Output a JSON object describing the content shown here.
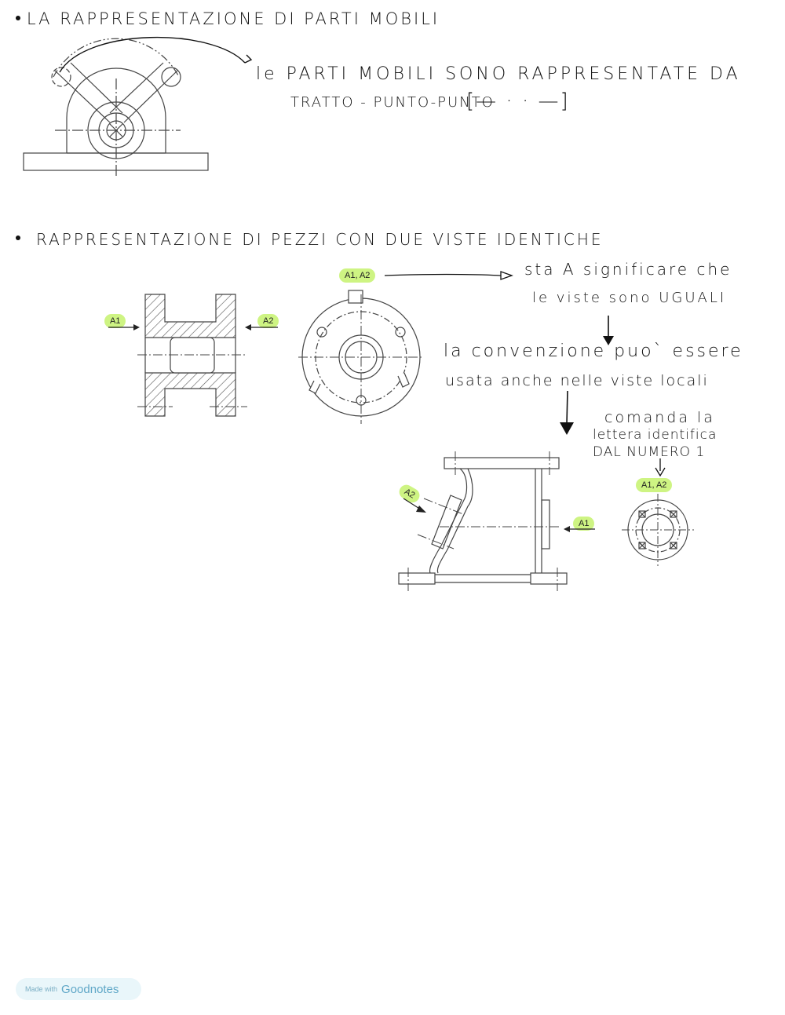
{
  "section1": {
    "heading": "LA RAPPRESENTAZIONE DI PARTI MOBILI",
    "note_line1": "le PARTI MOBILI SONO RAPPRESENTATE DA",
    "note_line2": "TRATTO - PUNTO-PUNTO",
    "linetype_sample": "[— · · —]"
  },
  "section2": {
    "heading": "RAPPRESENTAZIONE DI PEZZI CON DUE VISTE IDENTICHE",
    "tag_a1": "A1",
    "tag_a2": "A2",
    "tag_a1a2": "A1, A2",
    "note_meaning_line1": "sta A significare che",
    "note_meaning_line2": "le viste sono UGUALI",
    "note_convention_line1": "la convenzione puo` essere",
    "note_convention_line2": "usata anche nelle viste locali",
    "note_letter_line1": "comanda la",
    "note_letter_line2": "lettera identifica",
    "note_letter_line3": "DAL NUMERO 1",
    "tag2_a2": "A2",
    "tag2_a1": "A1",
    "tag2_a1a2": "A1, A2"
  },
  "badge": {
    "small": "Made with",
    "brand": "Goodnotes"
  },
  "colors": {
    "highlight": "#bef05a",
    "ink": "#111111",
    "drawing": "#444444"
  },
  "icons": [
    "bullet-dot",
    "arrow-head"
  ]
}
